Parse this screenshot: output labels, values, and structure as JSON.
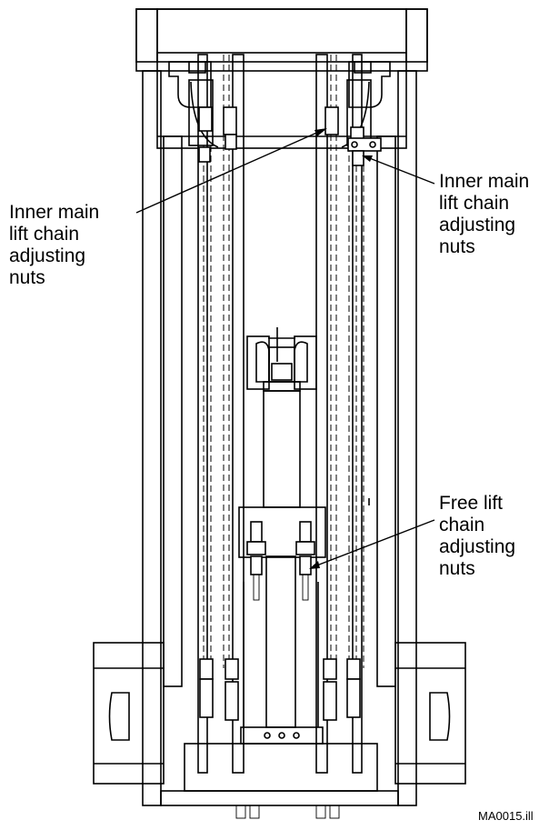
{
  "labels": {
    "inner_main_left": [
      "Inner main",
      "lift chain",
      "adjusting",
      "nuts"
    ],
    "inner_main_right": [
      "Inner main",
      "lift chain",
      "adjusting",
      "nuts"
    ],
    "free_lift": [
      "Free lift",
      "chain",
      "adjusting",
      "nuts"
    ]
  },
  "figure_id": "MA0015.ill"
}
